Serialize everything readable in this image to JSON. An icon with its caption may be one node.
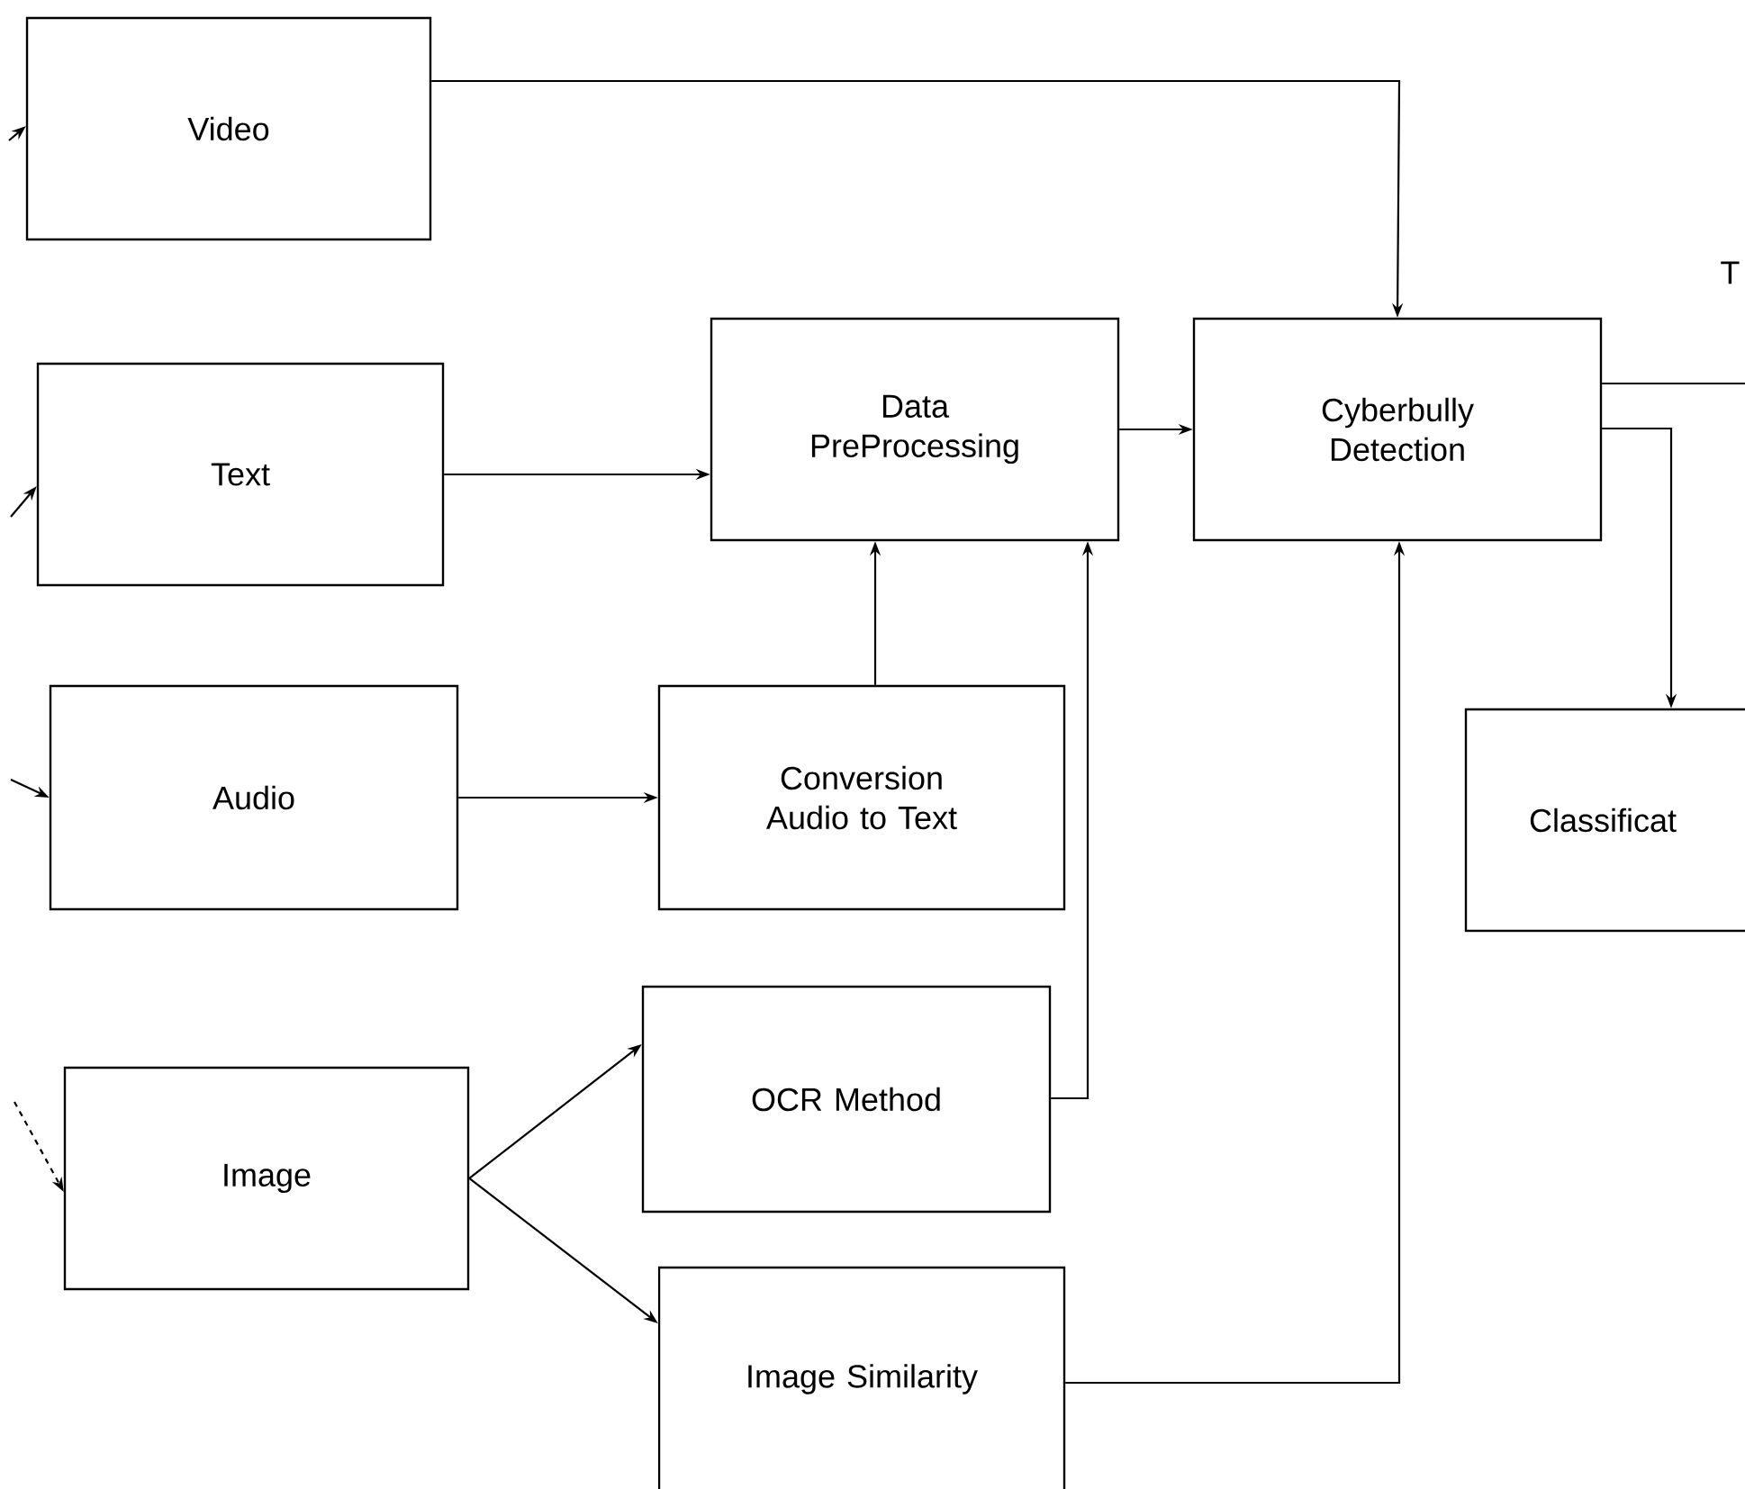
{
  "diagram": {
    "nodes": [
      {
        "text": [
          "Video"
        ]
      },
      {
        "text": [
          "Text"
        ]
      },
      {
        "text": [
          "Data PreProcessing"
        ]
      },
      {
        "text": [
          "Cyberbully Detection"
        ]
      },
      {
        "text": [
          "Audio"
        ]
      },
      {
        "text": [
          "Conversion Audio to Text"
        ]
      },
      {
        "text": [
          "Classificat"
        ]
      },
      {
        "text": [
          "OCR Method"
        ]
      },
      {
        "text": [
          "Image"
        ]
      },
      {
        "text": [
          "Image Similarity"
        ]
      }
    ],
    "edges": [
      {
        "from": 0,
        "to": 3,
        "arrow": "to"
      },
      {
        "from": 1,
        "to": 2,
        "arrow": "to"
      },
      {
        "from": 2,
        "to": 3,
        "arrow": "to"
      },
      {
        "from": 4,
        "to": 5,
        "arrow": "to"
      },
      {
        "from": 5,
        "to": 2,
        "arrow": "to"
      },
      {
        "from": 8,
        "to": 7,
        "arrow": "to"
      },
      {
        "from": 8,
        "to": 9,
        "arrow": "to"
      },
      {
        "from": 7,
        "to": 2,
        "arrow": "to"
      },
      {
        "from": 9,
        "to": 3,
        "arrow": "to"
      },
      {
        "from": 3,
        "to": 6,
        "arrow": "to"
      },
      {
        "from": 3,
        "to": null,
        "arrow": "none"
      },
      {
        "from": null,
        "to": 0,
        "arrow": "to"
      },
      {
        "from": null,
        "to": 1,
        "arrow": "to"
      },
      {
        "from": null,
        "to": 4,
        "arrow": "to"
      },
      {
        "from": null,
        "to": 8,
        "arrow": "to",
        "style": "dashed"
      }
    ],
    "labels": [
      "T"
    ]
  }
}
